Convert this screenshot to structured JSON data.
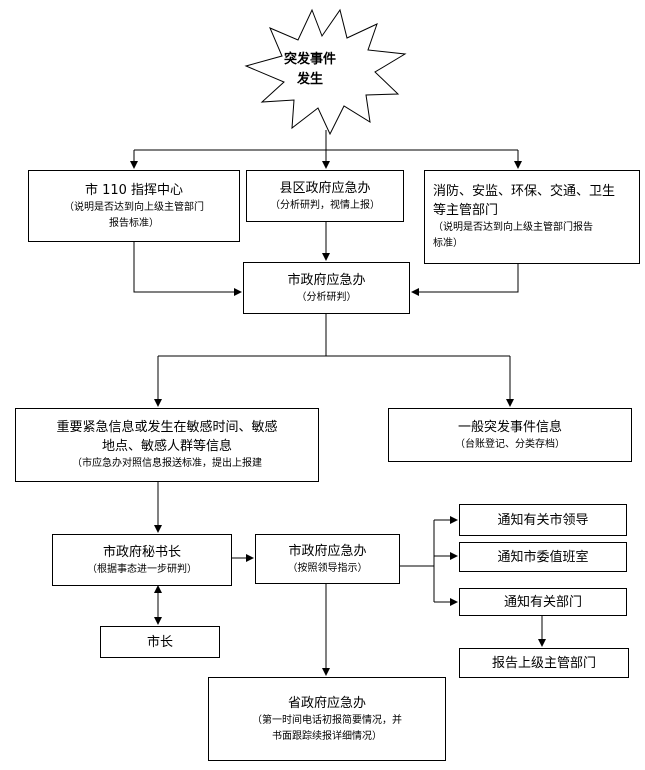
{
  "event": {
    "line1": "突发事件",
    "line2": "发生"
  },
  "sources": {
    "c110": {
      "title": "市 110 指挥中心",
      "note1": "（说明是否达到向上级主管部门",
      "note2": "报告标准）"
    },
    "county": {
      "title": "县区政府应急办",
      "note": "（分析研判，视情上报）"
    },
    "depts": {
      "title1": "消防、安监、环保、交通、卫生",
      "title2": "等主管部门",
      "note1": "（说明是否达到向上级主管部门报告",
      "note2": "标准）"
    }
  },
  "city_office": {
    "title": "市政府应急办",
    "note": "（分析研判）"
  },
  "important": {
    "line1": "重要紧急信息或发生在敏感时间、敏感",
    "line2": "地点、敏感人群等信息",
    "note": "（市应急办对照信息报送标准，提出上报建"
  },
  "general": {
    "title": "一般突发事件信息",
    "note": "（台账登记、分类存档）"
  },
  "secretary": {
    "title": "市政府秘书长",
    "note": "（根据事态进一步研判）"
  },
  "city_office2": {
    "title": "市政府应急办",
    "note": "（按照领导指示）"
  },
  "notify": {
    "leaders": "通知有关市领导",
    "committee": "通知市委值班室",
    "depts": "通知有关部门"
  },
  "report_upper": "报告上级主管部门",
  "mayor": "市长",
  "province": {
    "title": "省政府应急办",
    "note1": "（第一时间电话初报简要情况，并",
    "note2": "书面跟踪续报详细情况）"
  }
}
